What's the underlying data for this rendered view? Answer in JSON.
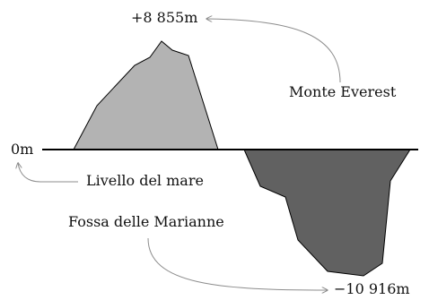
{
  "labels": {
    "everest_height": "+8 855m",
    "everest_name": "Monte Everest",
    "sea_level_value": "0m",
    "sea_level_name": "Livello del mare",
    "trench_name": "Fossa delle Marianne",
    "trench_depth": "−10 916m"
  },
  "colors": {
    "mountain": "#b3b3b3",
    "trench": "#616161",
    "line": "#000000",
    "arrow": "#8c8c8c"
  }
}
